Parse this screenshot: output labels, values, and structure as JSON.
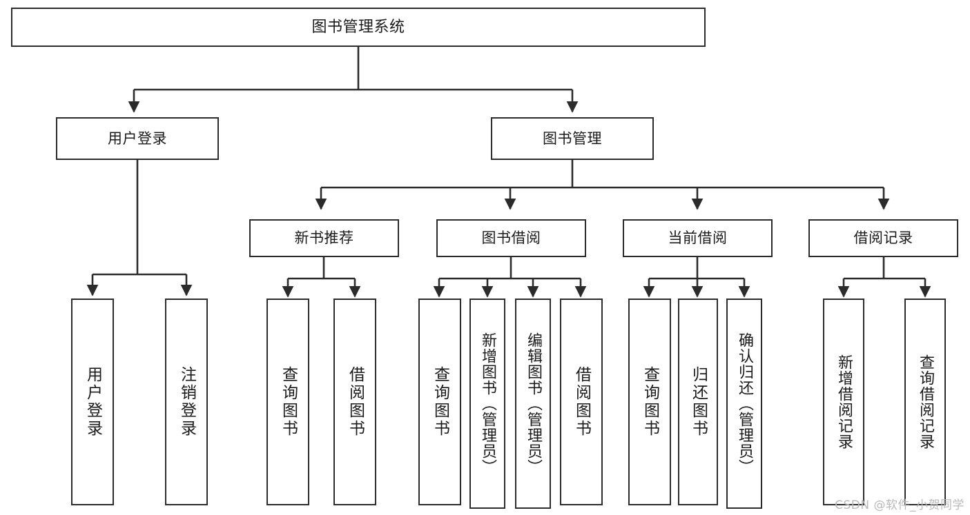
{
  "diagram": {
    "title": "图书管理系统",
    "type": "tree-hierarchy",
    "stroke_color": "#2b2b2b",
    "background_color": "#ffffff",
    "text_color": "#1a1a1a"
  },
  "nodes": {
    "root": {
      "label": "图书管理系统"
    },
    "level2": [
      {
        "id": "user-login",
        "label": "用户登录"
      },
      {
        "id": "book-manage",
        "label": "图书管理"
      }
    ],
    "level3": [
      {
        "id": "new-book-rec",
        "label": "新书推荐"
      },
      {
        "id": "book-borrow",
        "label": "图书借阅"
      },
      {
        "id": "current-borrow",
        "label": "当前借阅"
      },
      {
        "id": "borrow-record",
        "label": "借阅记录"
      }
    ],
    "leaves": [
      {
        "id": "leaf-user-login",
        "label": "用户登录"
      },
      {
        "id": "leaf-user-logout",
        "label": "注销登录"
      },
      {
        "id": "leaf-query-book-1",
        "label": "查询图书"
      },
      {
        "id": "leaf-borrow-book-1",
        "label": "借阅图书"
      },
      {
        "id": "leaf-query-book-2",
        "label": "查询图书"
      },
      {
        "id": "leaf-add-book",
        "label": "新增图书（管理员）"
      },
      {
        "id": "leaf-edit-book",
        "label": "编辑图书（管理员）"
      },
      {
        "id": "leaf-borrow-book-2",
        "label": "借阅图书"
      },
      {
        "id": "leaf-query-book-3",
        "label": "查询图书"
      },
      {
        "id": "leaf-return-book",
        "label": "归还图书"
      },
      {
        "id": "leaf-confirm-return",
        "label": "确认归还（管理员）"
      },
      {
        "id": "leaf-add-record",
        "label": "新增借阅记录"
      },
      {
        "id": "leaf-query-record",
        "label": "查询借阅记录"
      }
    ]
  },
  "watermark": {
    "text": "CSDN @软件_小贺同学"
  }
}
